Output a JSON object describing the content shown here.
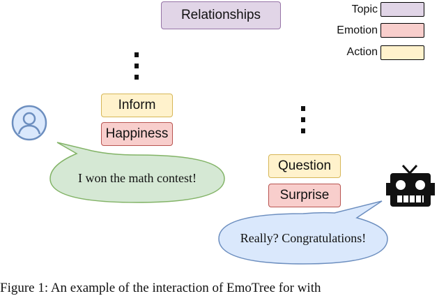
{
  "topic_box": {
    "label": "Relationships"
  },
  "legend": {
    "items": [
      {
        "label": "Topic",
        "color": "#e1d5e7"
      },
      {
        "label": "Emotion",
        "color": "#f8cecc"
      },
      {
        "label": "Action",
        "color": "#fff2cc"
      }
    ]
  },
  "user_turn": {
    "action": "Inform",
    "emotion": "Happiness",
    "utterance": "I won the math contest!",
    "bubble_color": "#d5e8d4"
  },
  "bot_turn": {
    "action": "Question",
    "emotion": "Surprise",
    "utterance": "Really? Congratulations!",
    "bubble_color": "#dae8fc"
  },
  "caption": "Figure 1: An example of the interaction of EmoTree for with"
}
